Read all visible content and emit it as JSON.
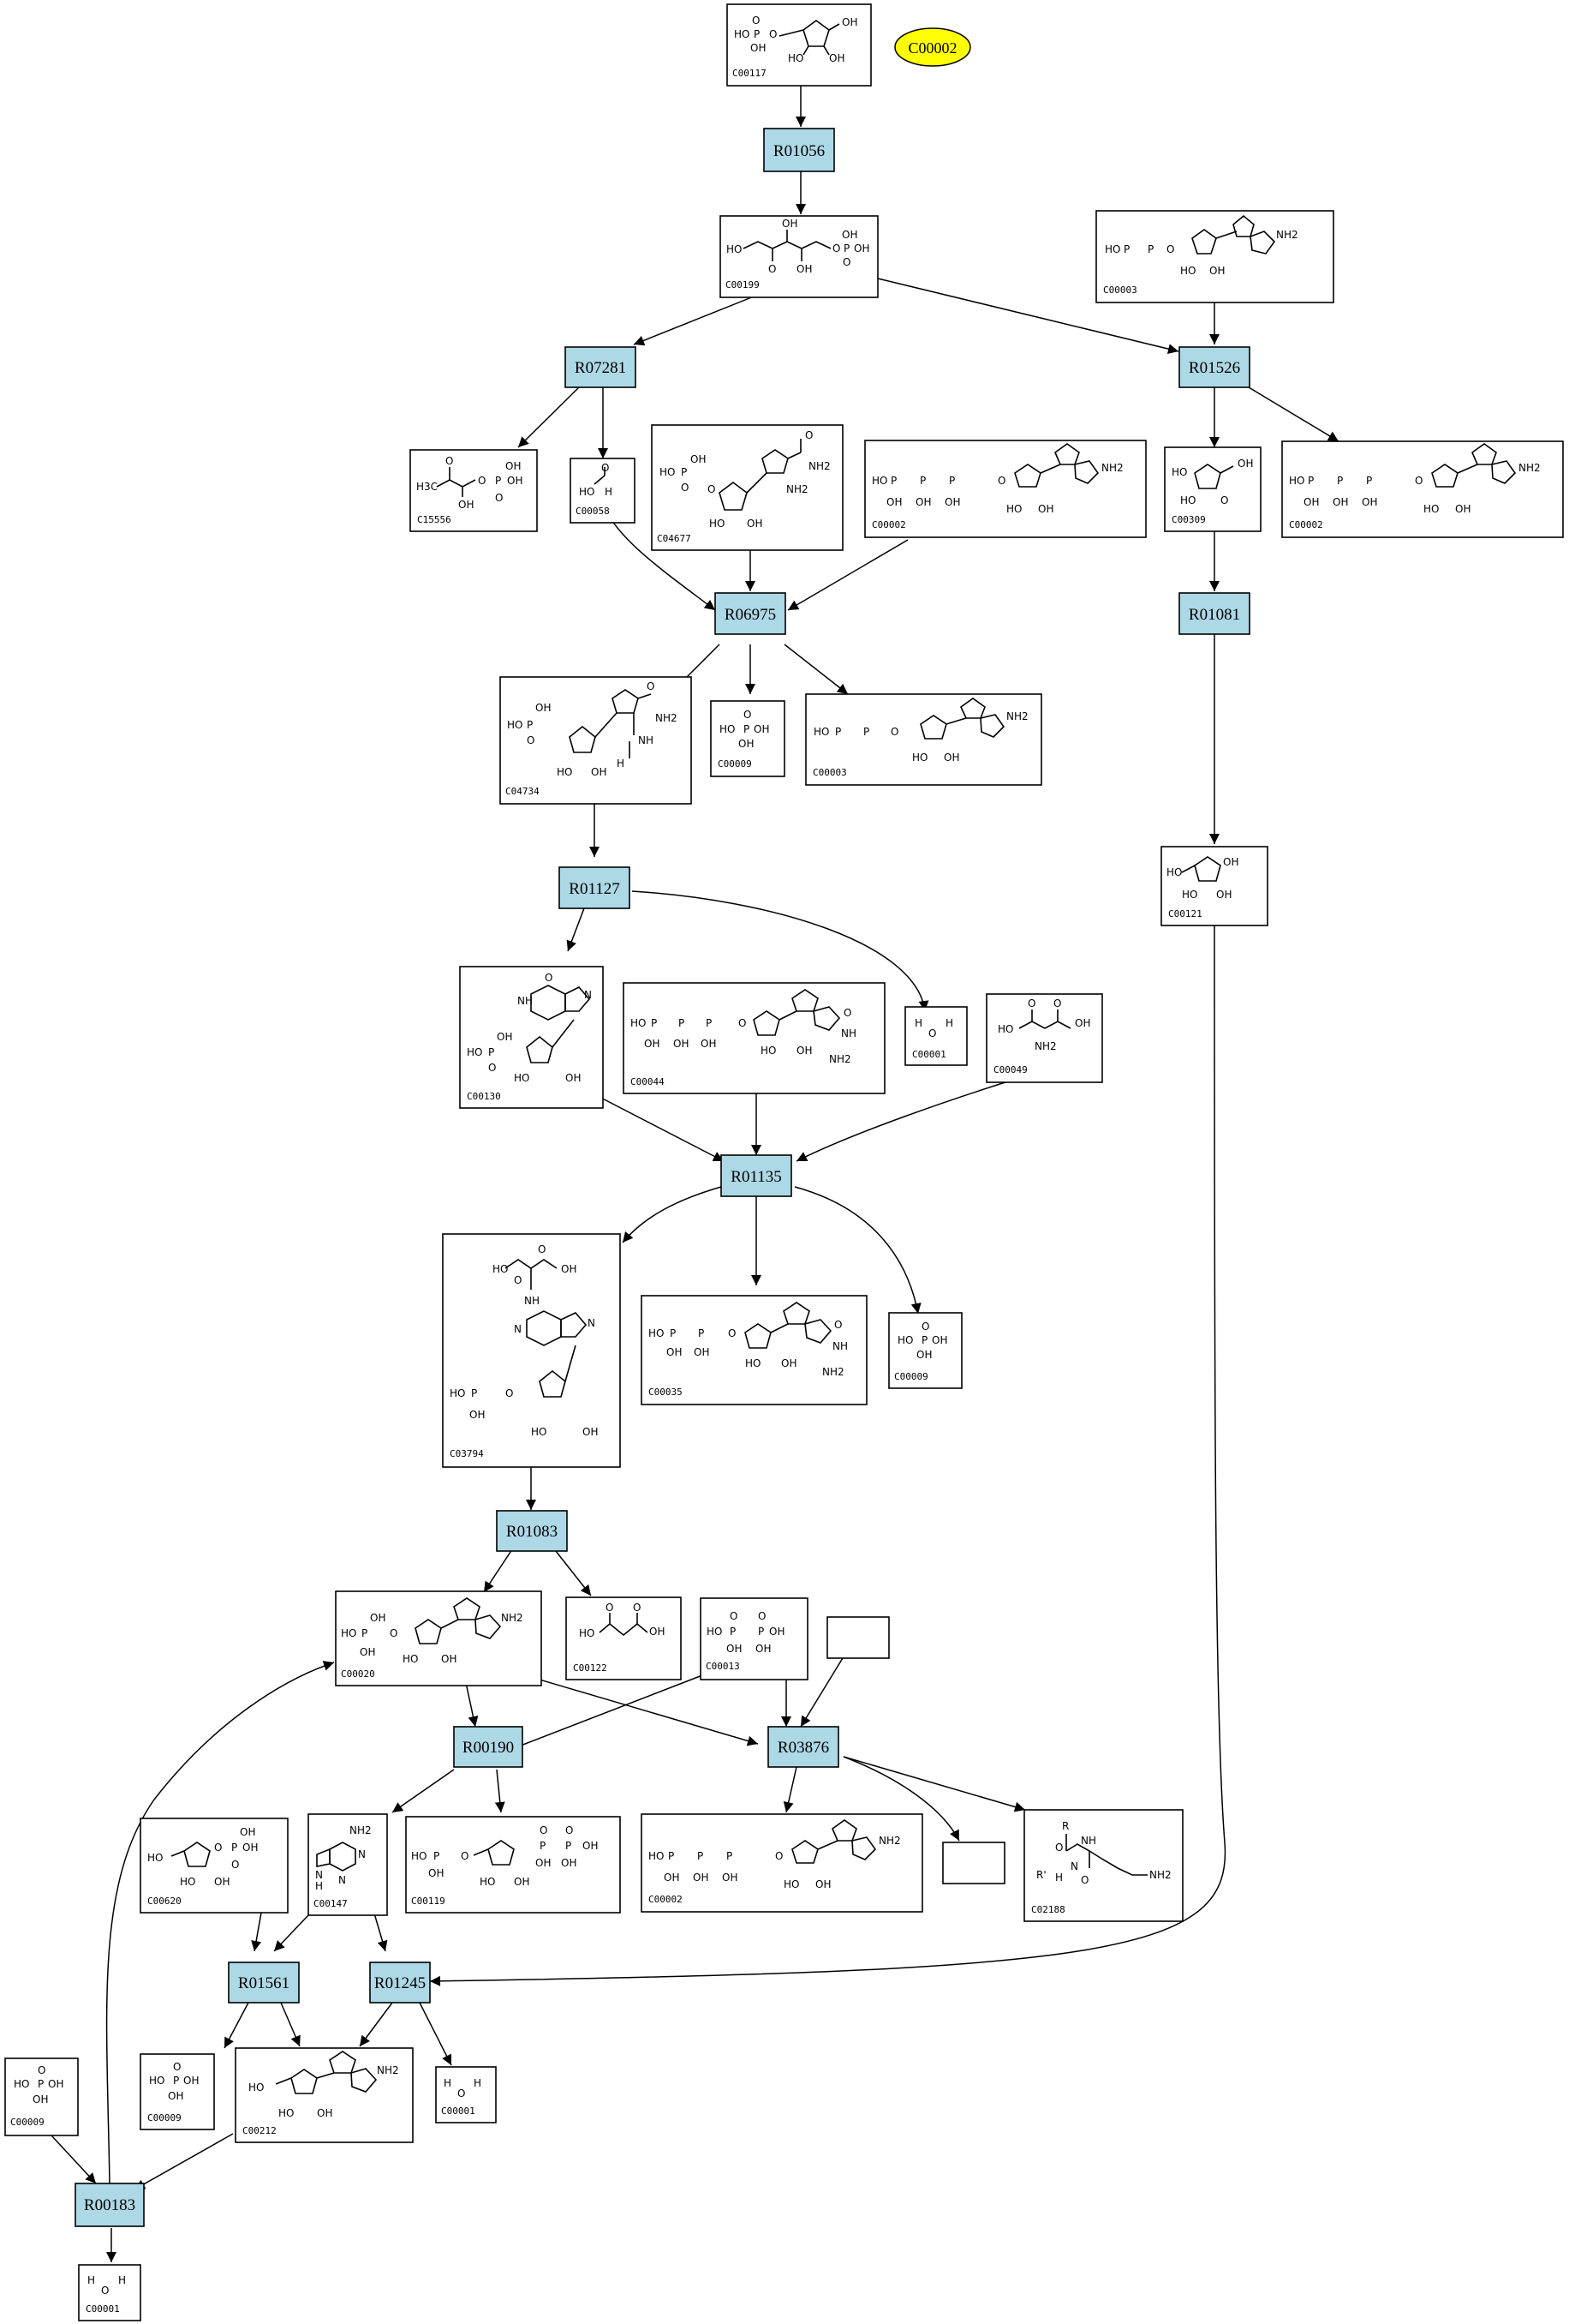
{
  "colors": {
    "reaction_fill": "#add8e6",
    "highlight_fill": "#ffff00"
  },
  "highlight": "C00002",
  "reactions": {
    "R01056": "R01056",
    "R07281": "R07281",
    "R01526": "R01526",
    "R06975": "R06975",
    "R01081": "R01081",
    "R01127": "R01127",
    "R01135": "R01135",
    "R01083": "R01083",
    "R00190": "R00190",
    "R03876": "R03876",
    "R01561": "R01561",
    "R01245": "R01245",
    "R00183": "R00183"
  },
  "compounds": {
    "c117": "C00117",
    "c199": "C00199",
    "c003a": "C00003",
    "c15556": "C15556",
    "c058": "C00058",
    "c4677": "C04677",
    "c002a": "C00002",
    "c309": "C00309",
    "c002b": "C00002",
    "c4734": "C04734",
    "c009a": "C00009",
    "c003b": "C00003",
    "c121": "C00121",
    "c130": "C00130",
    "c044": "C00044",
    "c001a": "C00001",
    "c049": "C00049",
    "c3794": "C03794",
    "c035": "C00035",
    "c009b": "C00009",
    "c020": "C00020",
    "c122": "C00122",
    "c013": "C00013",
    "c002c": "C00002",
    "c2188": "C02188",
    "c620": "C00620",
    "c147": "C00147",
    "c119": "C00119",
    "c009c": "C00009",
    "c212": "C00212",
    "c001b": "C00001",
    "c009d": "C00009",
    "c001c": "C00001"
  },
  "chem": {
    "oh": "OH",
    "ho": "HO",
    "p": "P",
    "o": "O",
    "nh2": "NH2",
    "n": "N",
    "nh": "NH",
    "h": "H",
    "h3c": "H3C",
    "r": "R",
    "rp": "R'"
  }
}
